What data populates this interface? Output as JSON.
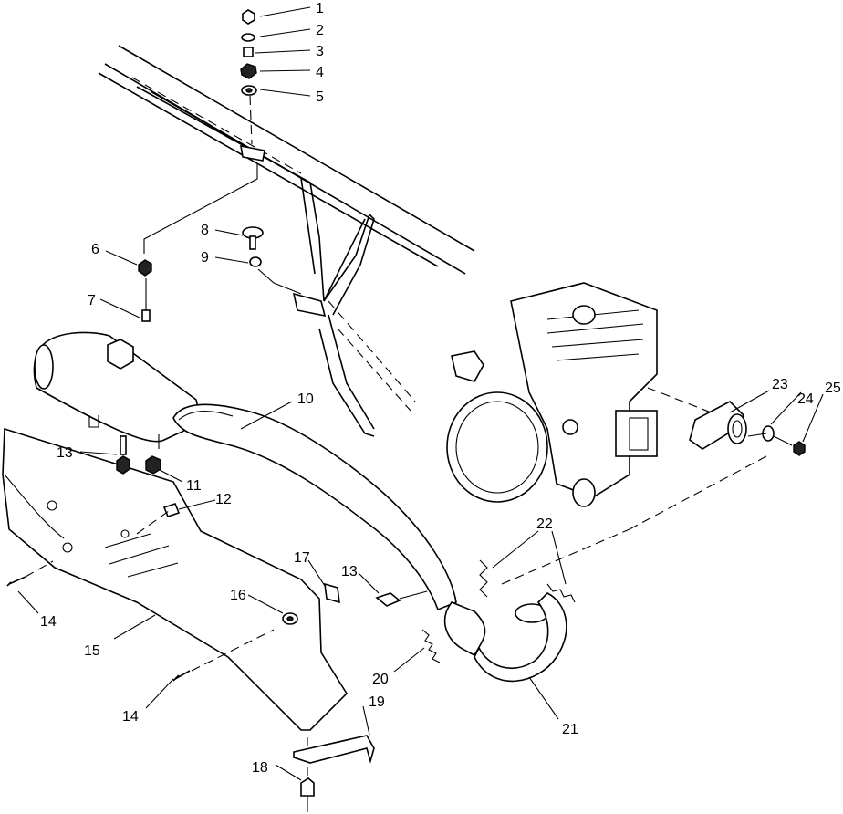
{
  "diagram": {
    "callouts": [
      "1",
      "2",
      "3",
      "4",
      "5",
      "6",
      "7",
      "8",
      "9",
      "10",
      "11",
      "12",
      "13",
      "13",
      "14",
      "14",
      "15",
      "16",
      "17",
      "18",
      "19",
      "20",
      "21",
      "22",
      "23",
      "24",
      "25"
    ]
  }
}
